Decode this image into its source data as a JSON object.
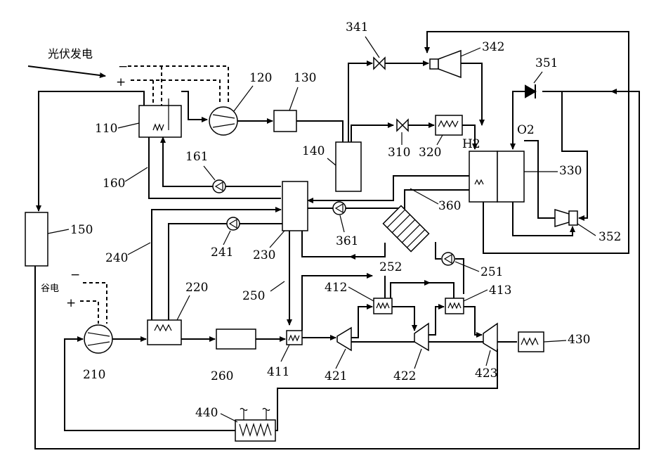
{
  "source_labels": {
    "pv": "光伏发电",
    "grid": "谷电",
    "minus": "−",
    "plus": "+"
  },
  "chem": {
    "h2": "H2",
    "o2": "O2"
  },
  "components": {
    "c110": "110",
    "c120": "120",
    "c130": "130",
    "c140": "140",
    "c150": "150",
    "c160": "160",
    "c161": "161",
    "c210": "210",
    "c220": "220",
    "c230": "230",
    "c240": "240",
    "c241": "241",
    "c250": "250",
    "c251": "251",
    "c252": "252",
    "c260": "260",
    "c310": "310",
    "c320": "320",
    "c330": "330",
    "c341": "341",
    "c342": "342",
    "c351": "351",
    "c352": "352",
    "c360": "360",
    "c361": "361",
    "c411": "411",
    "c412": "412",
    "c413": "413",
    "c421": "421",
    "c422": "422",
    "c423": "423",
    "c430": "430",
    "c440": "440"
  }
}
